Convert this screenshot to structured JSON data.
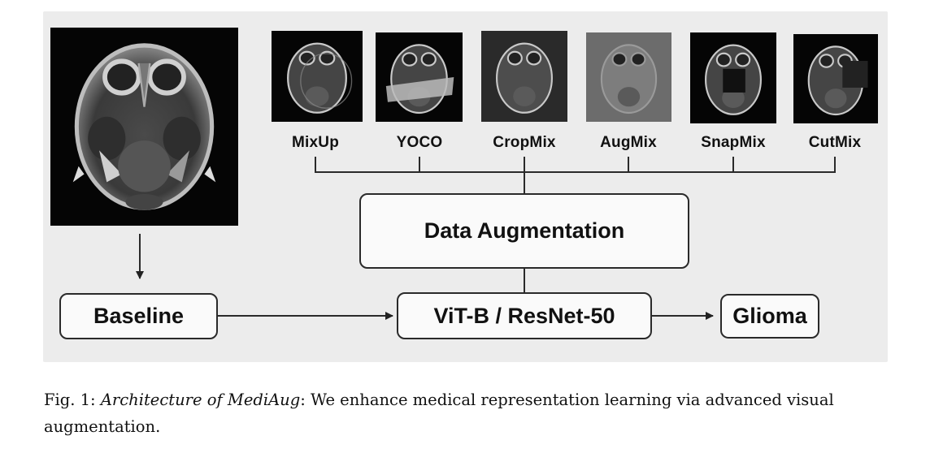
{
  "figure": {
    "augmentations": [
      {
        "label": "MixUp",
        "variant": "mixup"
      },
      {
        "label": "YOCO",
        "variant": "yoco"
      },
      {
        "label": "CropMix",
        "variant": "cropmix"
      },
      {
        "label": "AugMix",
        "variant": "augmix"
      },
      {
        "label": "SnapMix",
        "variant": "snapmix"
      },
      {
        "label": "CutMix",
        "variant": "cutmix"
      }
    ],
    "data_augmentation_label": "Data Augmentation",
    "baseline_label": "Baseline",
    "model_label": "ViT-B / ResNet-50",
    "output_label": "Glioma"
  },
  "caption": {
    "fig_label": "Fig. 1:",
    "title": "Architecture of MediAug",
    "text": ": We enhance medical representation learning via advanced visual augmentation."
  }
}
